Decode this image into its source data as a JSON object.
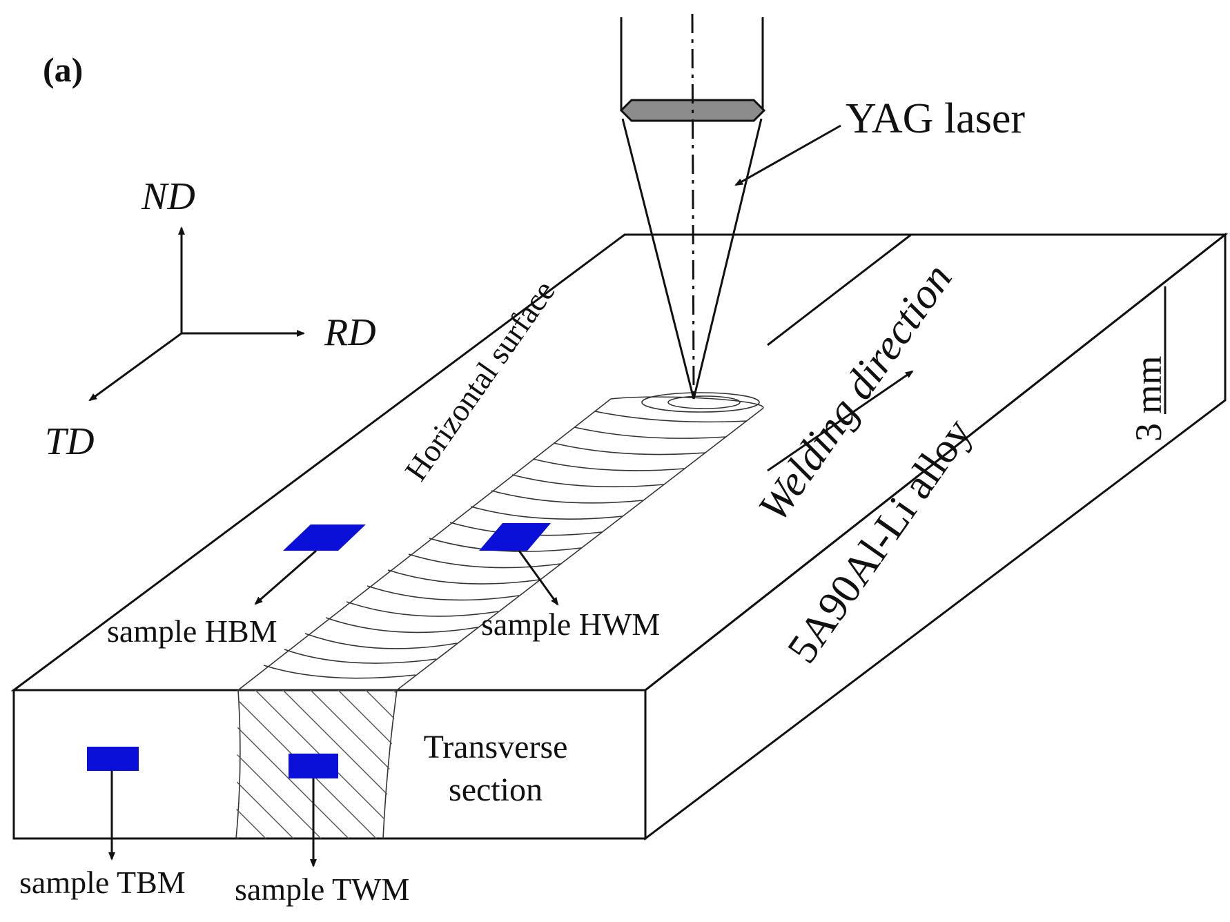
{
  "panel_label": "(a)",
  "axes": {
    "nd": "ND",
    "rd": "RD",
    "td": "TD"
  },
  "labels": {
    "laser": "YAG laser",
    "horizontal_surface": "Horizontal surface",
    "welding_direction": "Welding direction",
    "thickness": "3 mm",
    "material": "5A90Al-Li alloy",
    "transverse_section_line1": "Transverse",
    "transverse_section_line2": "section"
  },
  "samples": {
    "hbm": "sample HBM",
    "hwm": "sample HWM",
    "tbm": "sample TBM",
    "twm": "sample TWM"
  },
  "colors": {
    "sample_marker": "#0a10d8",
    "laser_lens": "#8c8c8c",
    "outline": "#111111"
  }
}
